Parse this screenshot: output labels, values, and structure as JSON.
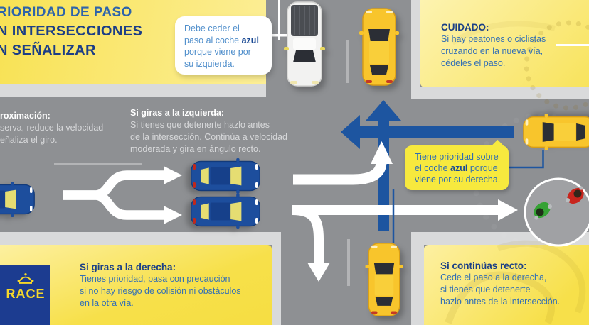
{
  "title": {
    "line1": "RIORIDAD DE PASO",
    "line2": "N INTERSECCIONES",
    "line3": "N SEÑALIZAR"
  },
  "white_bubble": {
    "line1": "Debe ceder el",
    "line2_pre": "paso al coche ",
    "line2_bold": "azul",
    "line3": "porque viene por",
    "line4": "su izquierda."
  },
  "caution": {
    "title": "CUIDADO:",
    "line1": "Si hay peatones o ciclistas",
    "line2": "cruzando en la nueva vía,",
    "line3": "cédeles el paso."
  },
  "approach": {
    "title": "roximación:",
    "line1": "serva, reduce la velocidad",
    "line2": "eñaliza el giro."
  },
  "left_turn": {
    "title": "Si giras a la izquierda:",
    "line1": "Si tienes que detenerte hazlo antes",
    "line2": "de la intersección. Continúa a velocidad",
    "line3": "moderada y gira en ángulo recto."
  },
  "yellow_bubble": {
    "line1": "Tiene prioridad sobre",
    "line2_pre": "el coche ",
    "line2_bold": "azul",
    "line2_post": " porque",
    "line3": "viene por su derecha."
  },
  "right_turn": {
    "title": "Si giras a la derecha:",
    "line1": "Tienes prioridad, pasa con precaución",
    "line2": "si no hay riesgo de colisión ni obstáculos",
    "line3": "en la otra vía."
  },
  "straight_on": {
    "title": "Si continúas recto:",
    "line1": "Cede el paso a la derecha,",
    "line2": "si tienes que detenerte",
    "line3": "hazlo antes de la intersección."
  },
  "logo": {
    "text": "RACE"
  },
  "colors": {
    "road": "#8e9093",
    "sidewalk": "#d9dadb",
    "panel_yellow": "#f7e04a",
    "title_blue_dark": "#1c3e86",
    "body_blue": "#3470b4",
    "arrow_blue": "#1d55a0",
    "bubble_yellow": "#f7e93e",
    "car_yellow": "#f8c52c",
    "car_blue": "#1d4e9d",
    "pedestrian_green": "#35a234",
    "pedestrian_red": "#c8251d"
  }
}
